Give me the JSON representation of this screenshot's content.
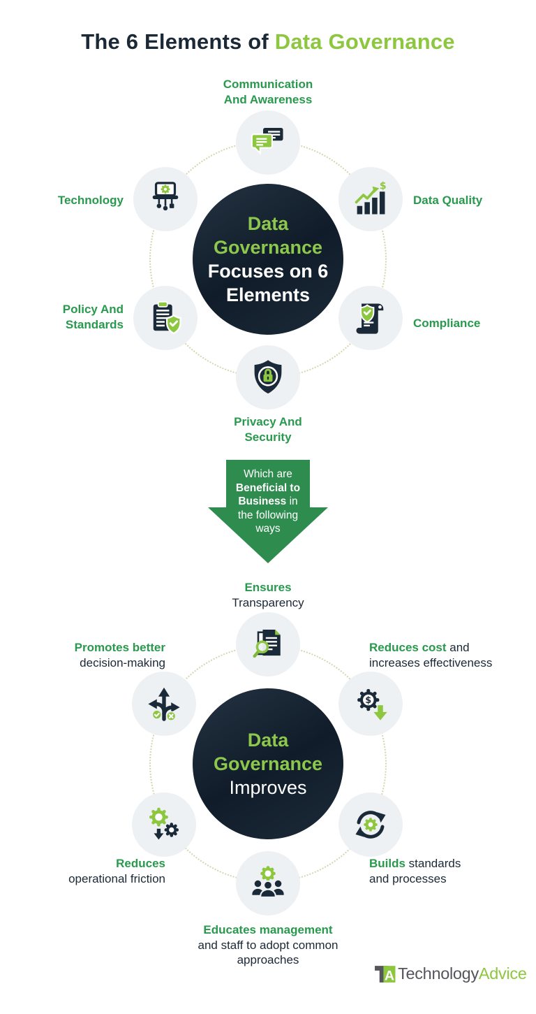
{
  "title": {
    "prefix": "The 6 Elements of ",
    "highlight": "Data Governance"
  },
  "top_diagram": {
    "center": {
      "highlight": "Data Governance",
      "rest": "Focuses on 6 Elements"
    },
    "items": [
      {
        "id": "communication-awareness",
        "line1": "Communication",
        "line2": "And Awareness",
        "icon": "chat-bubbles-icon"
      },
      {
        "id": "data-quality",
        "line1": "Data Quality",
        "icon": "growth-chart-dollar-icon"
      },
      {
        "id": "compliance",
        "line1": "Compliance",
        "icon": "scroll-shield-check-icon"
      },
      {
        "id": "privacy-security",
        "line1": "Privacy And",
        "line2": "Security",
        "icon": "shield-lock-icon"
      },
      {
        "id": "policy-standards",
        "line1": "Policy And",
        "line2": "Standards",
        "icon": "clipboard-shield-check-icon"
      },
      {
        "id": "technology",
        "line1": "Technology",
        "icon": "laptop-gear-circuit-icon"
      }
    ]
  },
  "arrow": {
    "line1": "Which are",
    "line2_bold": "Beneficial to",
    "line3_bold": "Business",
    "line3_rest": " in",
    "line4": "the following",
    "line5": "ways"
  },
  "bottom_diagram": {
    "center": {
      "highlight": "Data Governance",
      "rest": "Improves"
    },
    "items": [
      {
        "id": "ensures-transparency",
        "green": "Ensures",
        "dark_line1": "Transparency",
        "icon": "document-magnifier-icon"
      },
      {
        "id": "reduces-cost",
        "green": "Reduces cost",
        "dark_inline": " and",
        "dark_line1": "increases effectiveness",
        "icon": "gear-dollar-down-arrow-icon"
      },
      {
        "id": "builds-standards",
        "green": "Builds",
        "dark_inline": " standards",
        "dark_line1": "and processes",
        "icon": "cycle-arrows-gear-icon"
      },
      {
        "id": "educates-management",
        "green": "Educates management",
        "dark_line1": "and staff to adopt common",
        "dark_line2": "approaches",
        "icon": "team-gear-icon"
      },
      {
        "id": "reduces-friction",
        "green": "Reduces",
        "dark_line1": "operational friction",
        "icon": "gears-down-arrow-icon"
      },
      {
        "id": "promotes-decisions",
        "green": "Promotes better",
        "dark_line1": "decision-making",
        "icon": "branching-arrows-icon"
      }
    ]
  },
  "footer": {
    "mark_letter": "A",
    "brand_gray": "Technology",
    "brand_green": "Advice"
  },
  "colors": {
    "navy": "#1B2A38",
    "light_green": "#8DC63F",
    "label_green": "#28994D",
    "arrow_green": "#2F8C4F",
    "icon_circle_bg": "#EEF1F3",
    "dotted_ring": "#D5D5AF",
    "logo_gray": "#55565B"
  }
}
